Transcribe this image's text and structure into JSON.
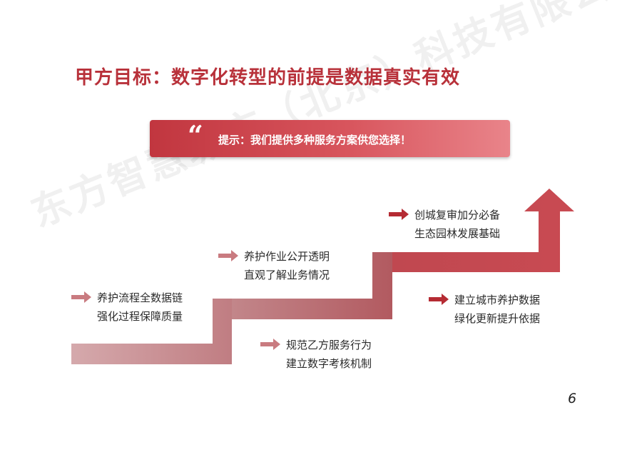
{
  "title": "甲方目标：数字化转型的前提是数据真实有效",
  "tip": {
    "quote_mark": "“",
    "text": "提示：我们提供多种服务方案供您选择！"
  },
  "steps": [
    {
      "line1": "养护流程全数据链",
      "line2": "强化过程保障质量"
    },
    {
      "line1": "规范乙方服务行为",
      "line2": "建立数字考核机制"
    },
    {
      "line1": "养护作业公开透明",
      "line2": "直观了解业务情况"
    },
    {
      "line1": "建立城市养护数据",
      "line2": "绿化更新提升依据"
    },
    {
      "line1": "创城复审加分必备",
      "line2": "生态园林发展基础"
    }
  ],
  "watermark": "东方智慧城市（北京）科技有限公司",
  "page_number": "6",
  "colors": {
    "title": "#b8313a",
    "stair_dark": "#b23a41",
    "stair_light": "#c98e92",
    "arrow_light": "#c97b80",
    "arrow_dark": "#b52b33"
  }
}
